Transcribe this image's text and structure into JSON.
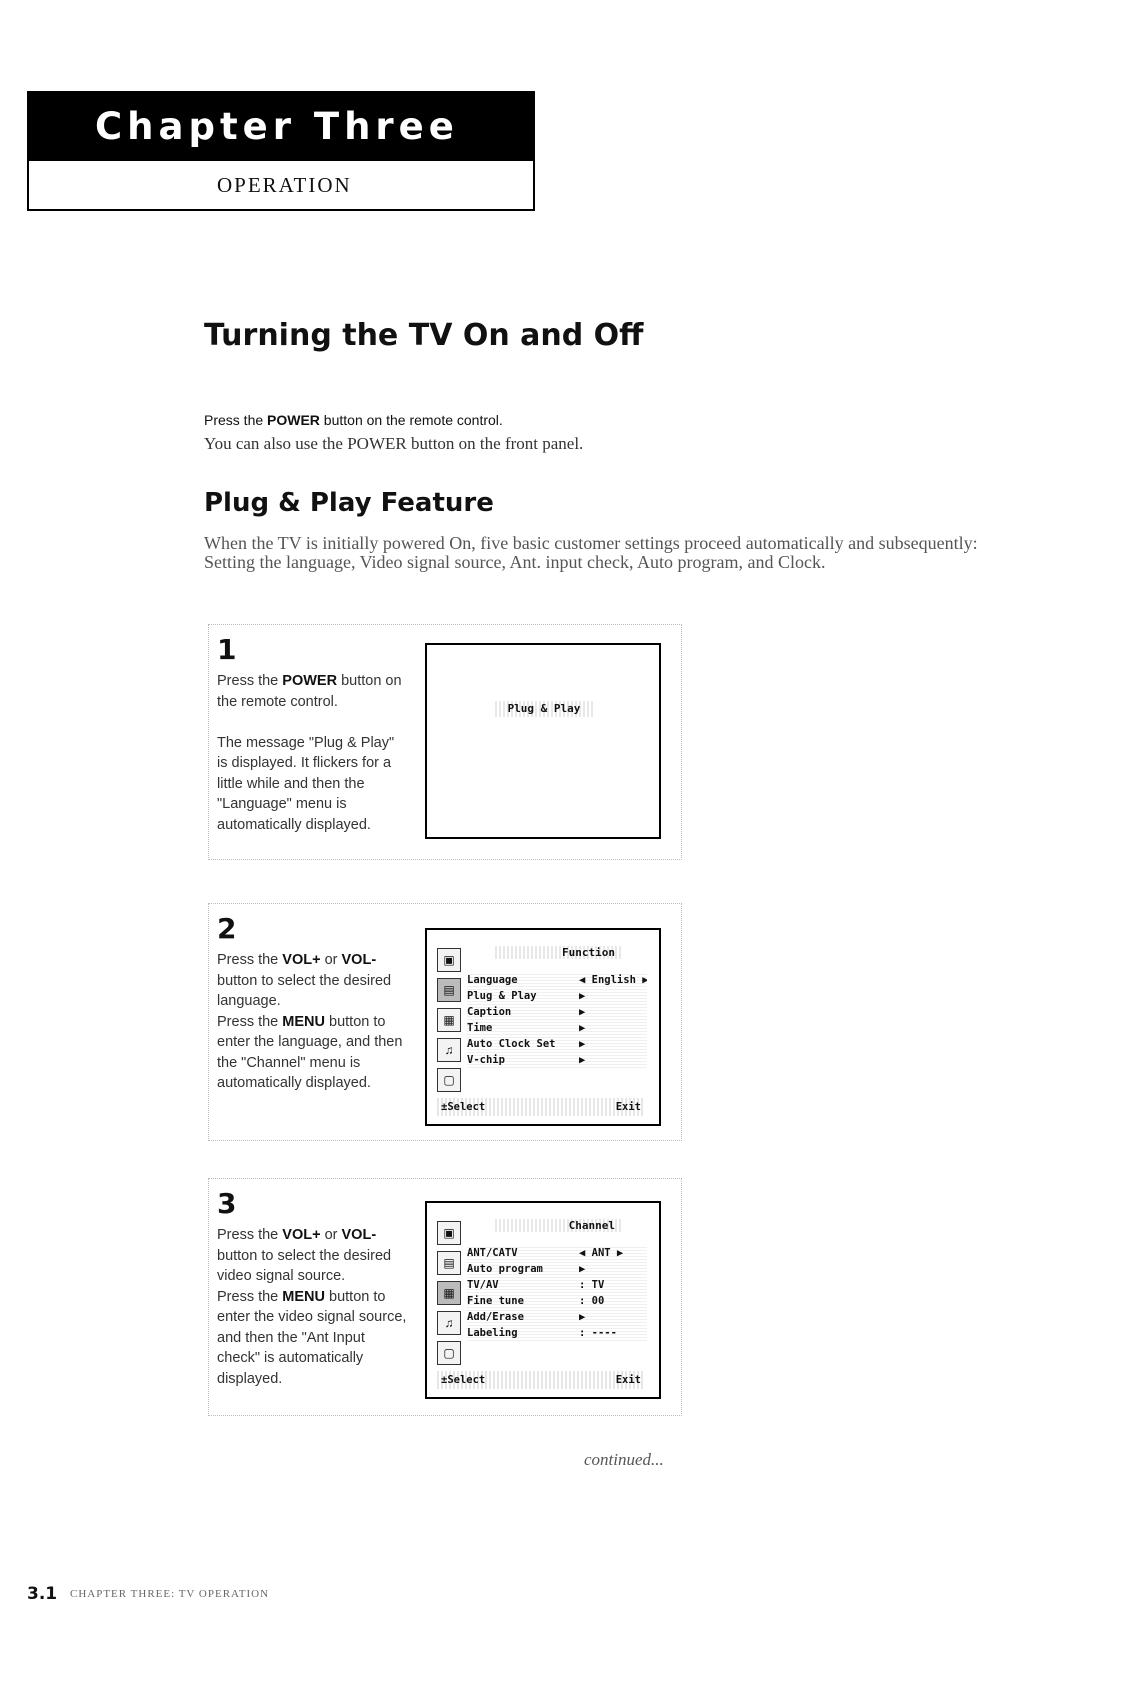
{
  "chapter": {
    "title": "Chapter Three",
    "subtitle": "OPERATION"
  },
  "section1": {
    "heading": "Turning the TV On and Off",
    "line1_pre": "Press the ",
    "line1_bold": "POWER",
    "line1_post": " button on the remote control.",
    "line2": "You can also use the POWER button on the front panel."
  },
  "section2": {
    "heading": "Plug & Play Feature",
    "intro": "When the TV is initially powered On, five basic customer settings proceed automatically and subsequently: Setting the language, Video signal source, Ant. input check, Auto program, and Clock."
  },
  "steps": [
    {
      "number": "1",
      "text_parts": [
        "Press the ",
        "POWER",
        " button on the remote control.",
        "The message \"Plug & Play\" is displayed. It flickers for a little while and then the \"Language\" menu is automatically displayed."
      ],
      "screen": {
        "message": "Plug & Play"
      }
    },
    {
      "number": "2",
      "text_parts": [
        "Press the ",
        "VOL+",
        " or ",
        "VOL-",
        " button to select the desired language.",
        "Press the ",
        "MENU",
        " button to enter the language, and then the \"Channel\" menu is automatically displayed."
      ],
      "screen": {
        "title": "Function",
        "rows": [
          {
            "label": "Language",
            "value": "◀ English ▶"
          },
          {
            "label": "Plug & Play",
            "value": "▶"
          },
          {
            "label": "Caption",
            "value": "▶"
          },
          {
            "label": "Time",
            "value": "▶"
          },
          {
            "label": "Auto Clock Set",
            "value": "▶"
          },
          {
            "label": "V-chip",
            "value": "▶"
          }
        ],
        "footer_left": "±Select",
        "footer_right": "Exit"
      }
    },
    {
      "number": "3",
      "text_parts": [
        "Press the ",
        "VOL+",
        " or ",
        "VOL-",
        " button to select the desired video signal source.",
        "Press the ",
        "MENU",
        " button to enter the video signal source, and then the \"Ant Input check\" is automatically displayed."
      ],
      "screen": {
        "title": "Channel",
        "rows": [
          {
            "label": "ANT/CATV",
            "value": "◀  ANT  ▶"
          },
          {
            "label": "Auto program",
            "value": "▶"
          },
          {
            "label": "TV/AV",
            "value": ": TV"
          },
          {
            "label": "Fine tune",
            "value": ": 00"
          },
          {
            "label": "Add/Erase",
            "value": "▶"
          },
          {
            "label": "Labeling",
            "value": ": ----"
          }
        ],
        "footer_left": "±Select",
        "footer_right": "Exit"
      }
    }
  ],
  "continued": "continued...",
  "footer": {
    "page_number": "3.1",
    "text": "CHAPTER THREE: TV OPERATION"
  }
}
